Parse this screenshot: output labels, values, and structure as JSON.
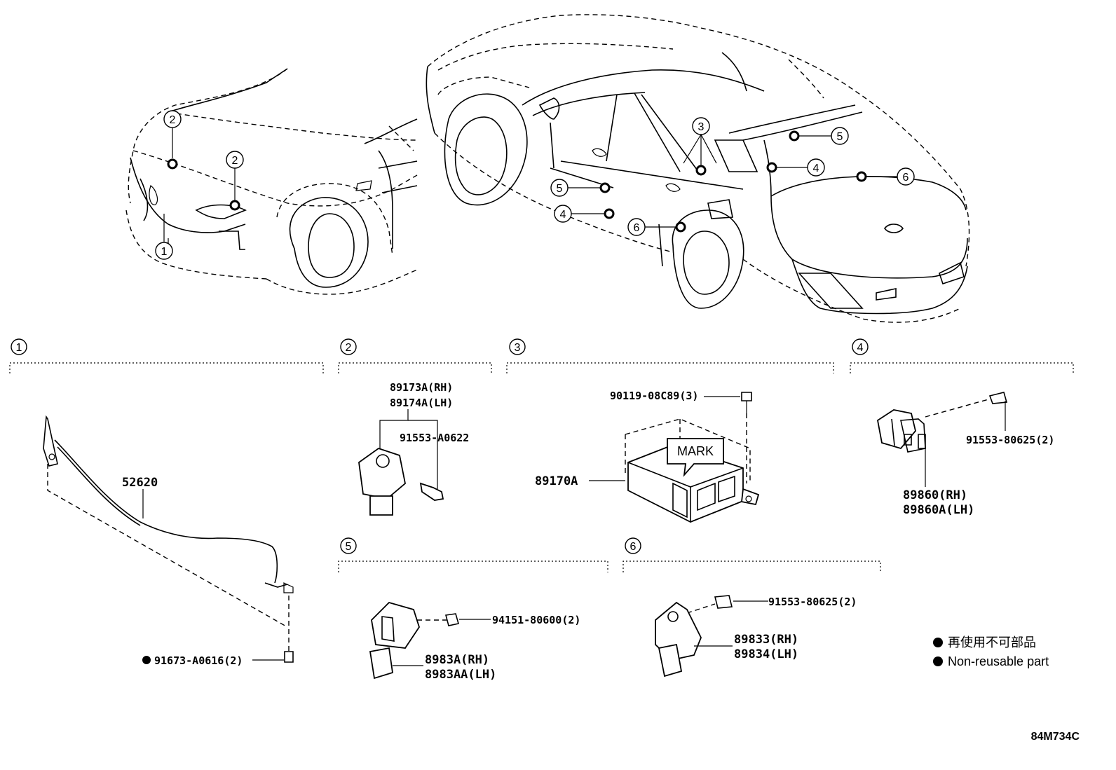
{
  "sections": [
    {
      "number": "1",
      "parts": [
        "52620",
        "91673-A0616(2)"
      ]
    },
    {
      "number": "2",
      "parts": [
        "89173A(RH)",
        "89174A(LH)",
        "91553-A0622"
      ]
    },
    {
      "number": "3",
      "parts": [
        "90119-08C89(3)",
        "89170A"
      ],
      "mark_label": "MARK"
    },
    {
      "number": "4",
      "parts": [
        "91553-80625(2)",
        "89860(RH)",
        "89860A(LH)"
      ]
    },
    {
      "number": "5",
      "parts": [
        "94151-80600(2)",
        "8983A(RH)",
        "8983AA(LH)"
      ]
    },
    {
      "number": "6",
      "parts": [
        "91553-80625(2)",
        "89833(RH)",
        "89834(LH)"
      ]
    }
  ],
  "vehicle_callouts": {
    "front": [
      "2",
      "2",
      "1"
    ],
    "rear": [
      "3",
      "5",
      "4",
      "5",
      "4",
      "6",
      "6"
    ]
  },
  "legend": {
    "japanese": "再使用不可部品",
    "english": "Non-reusable part"
  },
  "diagram_code": "84M734C"
}
